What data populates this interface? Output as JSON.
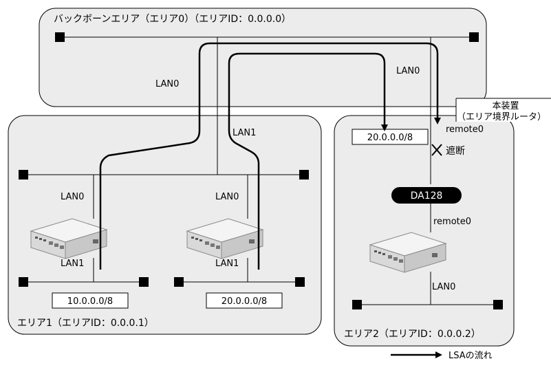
{
  "areas": {
    "backbone": {
      "title": "バックボーンエリア（エリア0）（エリアID：0.0.0.0）"
    },
    "area1": {
      "title": "エリア1（エリアID：0.0.0.1）"
    },
    "area2": {
      "title": "エリア2（エリアID：0.0.0.2）"
    }
  },
  "labels": {
    "backbone_lan0_left": "LAN0",
    "backbone_lan0_right": "LAN0",
    "lan1_center": "LAN1",
    "router1_lan0": "LAN0",
    "router1_lan1": "LAN1",
    "router2_lan0": "LAN0",
    "router2_lan1": "LAN1",
    "remote0_top": "remote0",
    "remote0_bottom": "remote0",
    "router3_lan0": "LAN0",
    "blocked": "遮断",
    "da": "DA128"
  },
  "callout": {
    "line1": "本装置",
    "line2": "（エリア境界ルータ）"
  },
  "networks": {
    "area1_left": "10.0.0.0/8",
    "area1_right": "20.0.0.0/8",
    "area2": "20.0.0.0/8"
  },
  "legend": {
    "label": "LSAの流れ"
  }
}
